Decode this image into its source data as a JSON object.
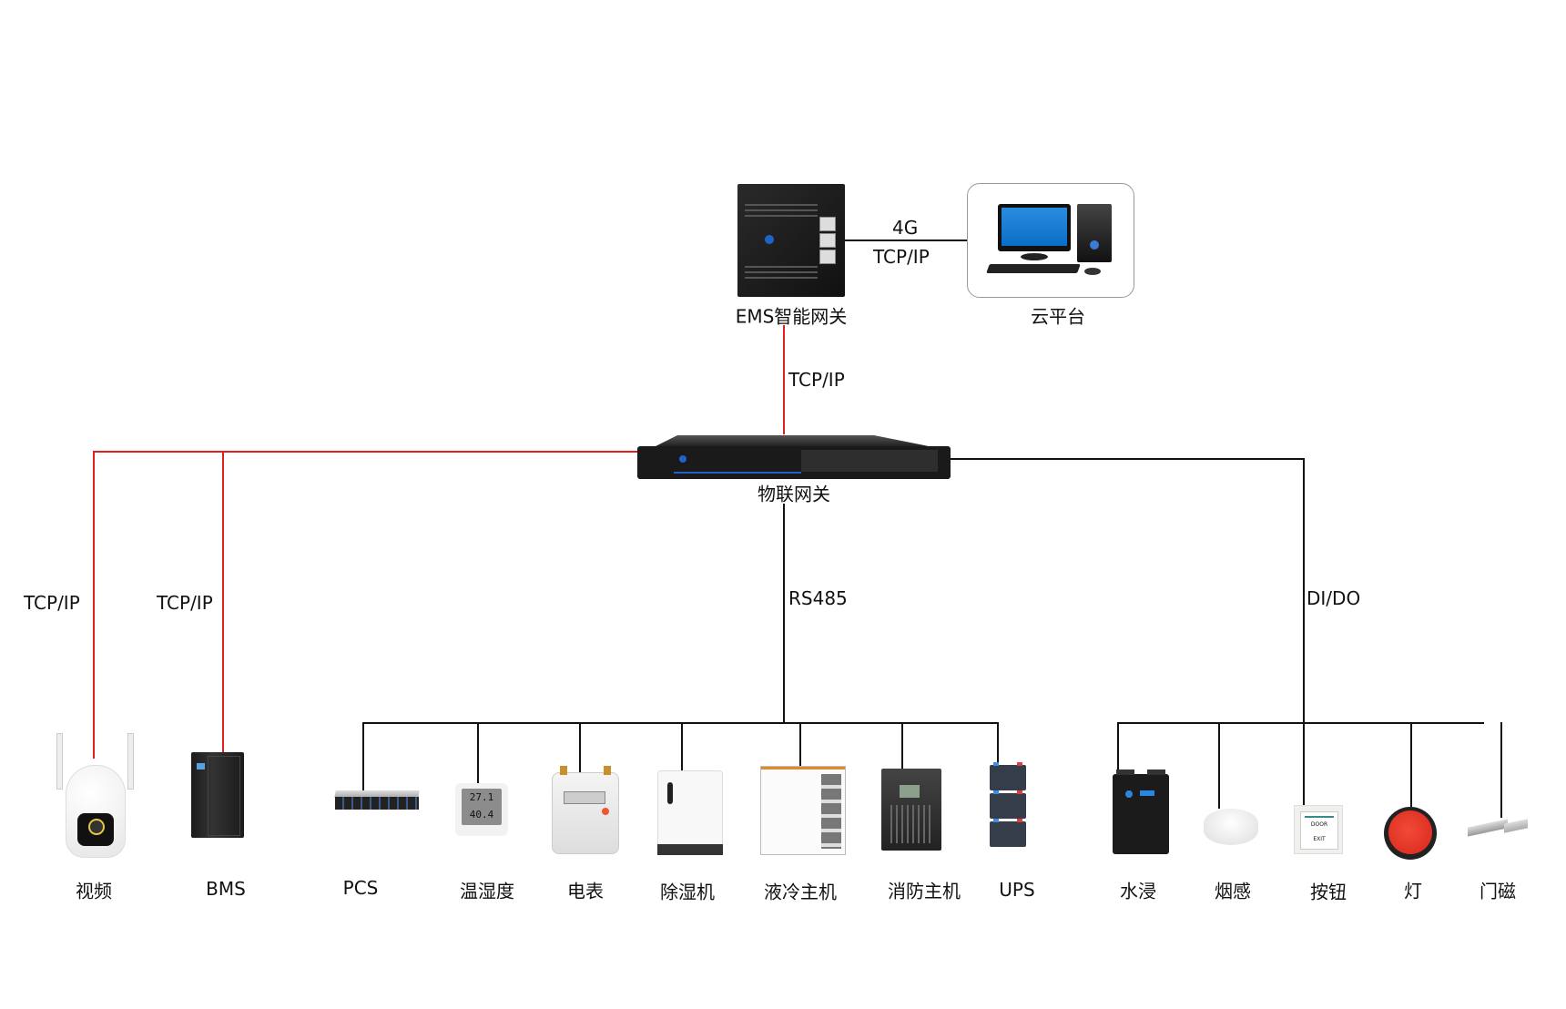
{
  "diagram": {
    "top": {
      "ems_gateway": {
        "label": "EMS智能网关"
      },
      "cloud_platform": {
        "label": "云平台"
      },
      "link_ems_cloud": {
        "line1": "4G",
        "line2": "TCP/IP"
      },
      "link_ems_iot": {
        "label": "TCP/IP"
      }
    },
    "hub": {
      "iot_gateway": {
        "label": "物联网关"
      }
    },
    "branches": {
      "tcpip_video": {
        "label": "TCP/IP",
        "color": "#e02020"
      },
      "tcpip_bms": {
        "label": "TCP/IP",
        "color": "#e02020"
      },
      "rs485": {
        "label": "RS485",
        "color": "#111111"
      },
      "dido": {
        "label": "DI/DO",
        "color": "#111111"
      }
    },
    "devices": {
      "video": {
        "label": "视频"
      },
      "bms": {
        "label": "BMS"
      },
      "rs485_group": [
        {
          "label": "PCS"
        },
        {
          "label": "温湿度",
          "reading_temp": "27.1",
          "reading_humidity": "40.4"
        },
        {
          "label": "电表"
        },
        {
          "label": "除湿机"
        },
        {
          "label": "液冷主机"
        },
        {
          "label": "消防主机"
        },
        {
          "label": "UPS"
        }
      ],
      "dido_group": [
        {
          "label": "水浸"
        },
        {
          "label": "烟感"
        },
        {
          "label": "按钮",
          "sign_top": "DOOR",
          "sign_bottom": "EXIT"
        },
        {
          "label": "灯"
        },
        {
          "label": "门磁"
        }
      ]
    }
  }
}
